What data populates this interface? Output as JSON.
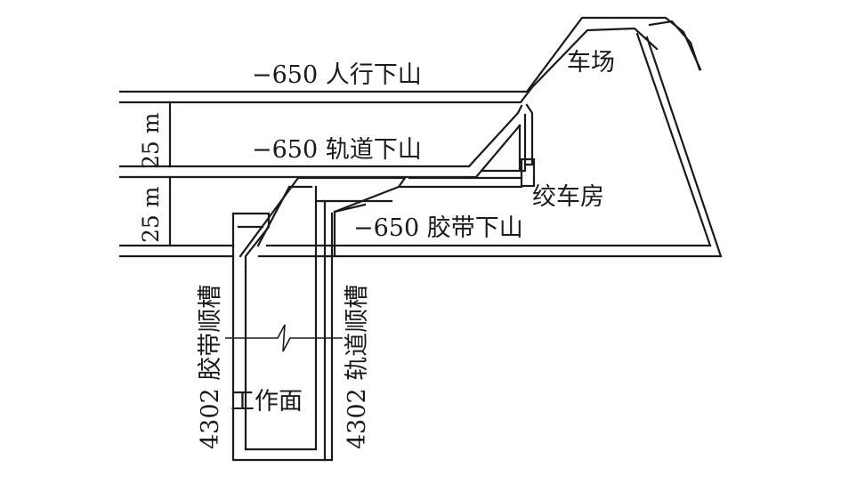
{
  "labels": {
    "walkway": "−650 人行下山",
    "track": "−650 轨道下山",
    "belt": "−650 胶带下山",
    "yard": "车场",
    "winch_room": "绞车房",
    "belt_trough": "4302 胶带顺槽",
    "track_trough": "4302 轨道顺槽",
    "working_face": "工作面",
    "spacing_upper": "25 m",
    "spacing_lower": "25 m"
  }
}
